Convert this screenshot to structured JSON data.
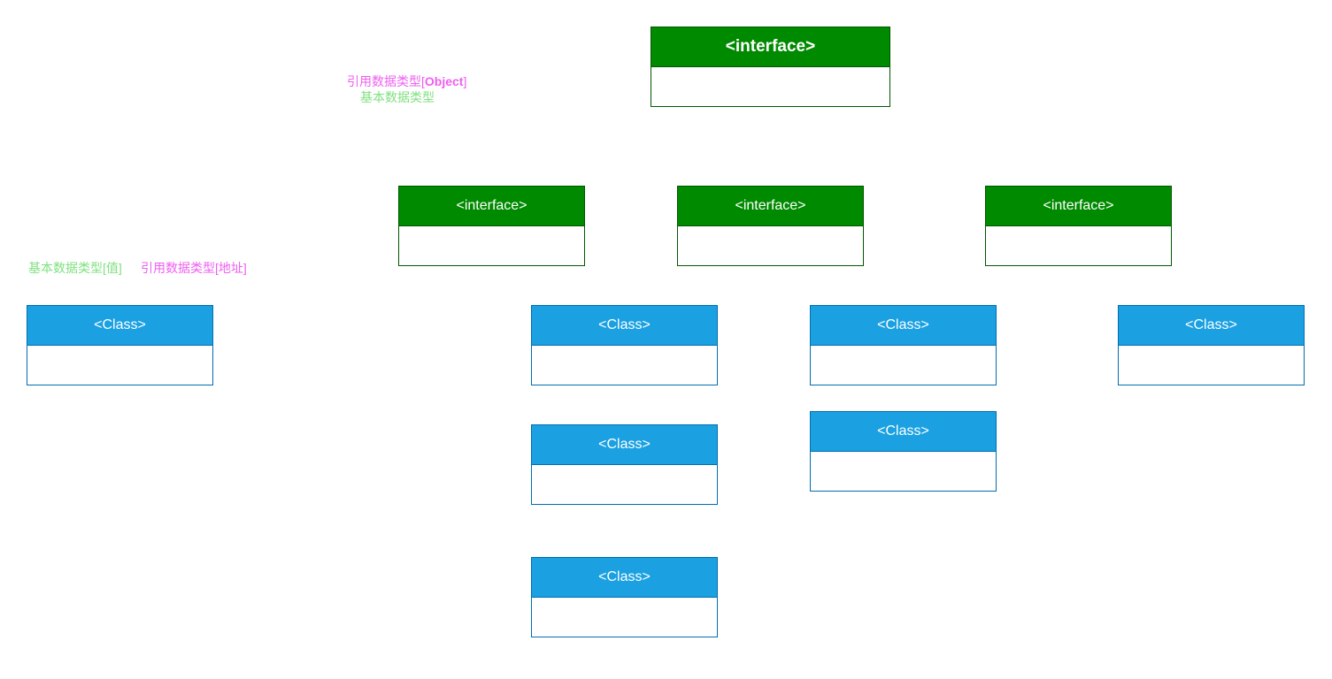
{
  "colors": {
    "interface_fill": "#008a00",
    "interface_stroke": "#005700",
    "class_fill": "#1ba1e2",
    "class_stroke": "#006eaf",
    "reference_text": "#ee5ff0",
    "primitive_text": "#7fe07f",
    "header_text": "#ffffff"
  },
  "labels": {
    "reference_object_prefix": "引用数据类型[",
    "reference_object_keyword": "Object",
    "reference_object_suffix": "]",
    "primitive_types": "基本数据类型",
    "primitive_value": "基本数据类型[值]",
    "reference_address": "引用数据类型[地址]"
  },
  "nodes": {
    "root_interface": {
      "kind": "interface",
      "title": "<interface>",
      "body": ""
    },
    "interface_left": {
      "kind": "interface",
      "title": "<interface>",
      "body": ""
    },
    "interface_middle": {
      "kind": "interface",
      "title": "<interface>",
      "body": ""
    },
    "interface_right": {
      "kind": "interface",
      "title": "<interface>",
      "body": ""
    },
    "class_far_left": {
      "kind": "class",
      "title": "<Class>",
      "body": ""
    },
    "class_col1_row1": {
      "kind": "class",
      "title": "<Class>",
      "body": ""
    },
    "class_col1_row2": {
      "kind": "class",
      "title": "<Class>",
      "body": ""
    },
    "class_col1_row3": {
      "kind": "class",
      "title": "<Class>",
      "body": ""
    },
    "class_col2_row1": {
      "kind": "class",
      "title": "<Class>",
      "body": ""
    },
    "class_col2_row2": {
      "kind": "class",
      "title": "<Class>",
      "body": ""
    },
    "class_far_right": {
      "kind": "class",
      "title": "<Class>",
      "body": ""
    }
  }
}
